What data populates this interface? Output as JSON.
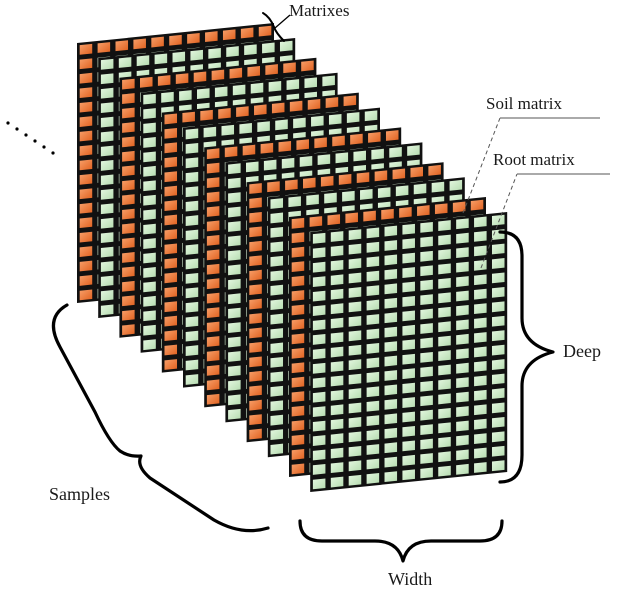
{
  "labels": {
    "matrixes": "Matrixes",
    "soil_matrix": "Soil matrix",
    "root_matrix": "Root matrix",
    "deep": "Deep",
    "samples": "Samples",
    "width": "Width"
  },
  "colors": {
    "soil": "#f07a3a",
    "root": "#cbecc6",
    "grid_line": "#111111",
    "bracket": "#000000"
  },
  "grid": {
    "columns": 11,
    "rows": 18
  },
  "stack": {
    "pairs": 6
  },
  "ellipsis": "......"
}
